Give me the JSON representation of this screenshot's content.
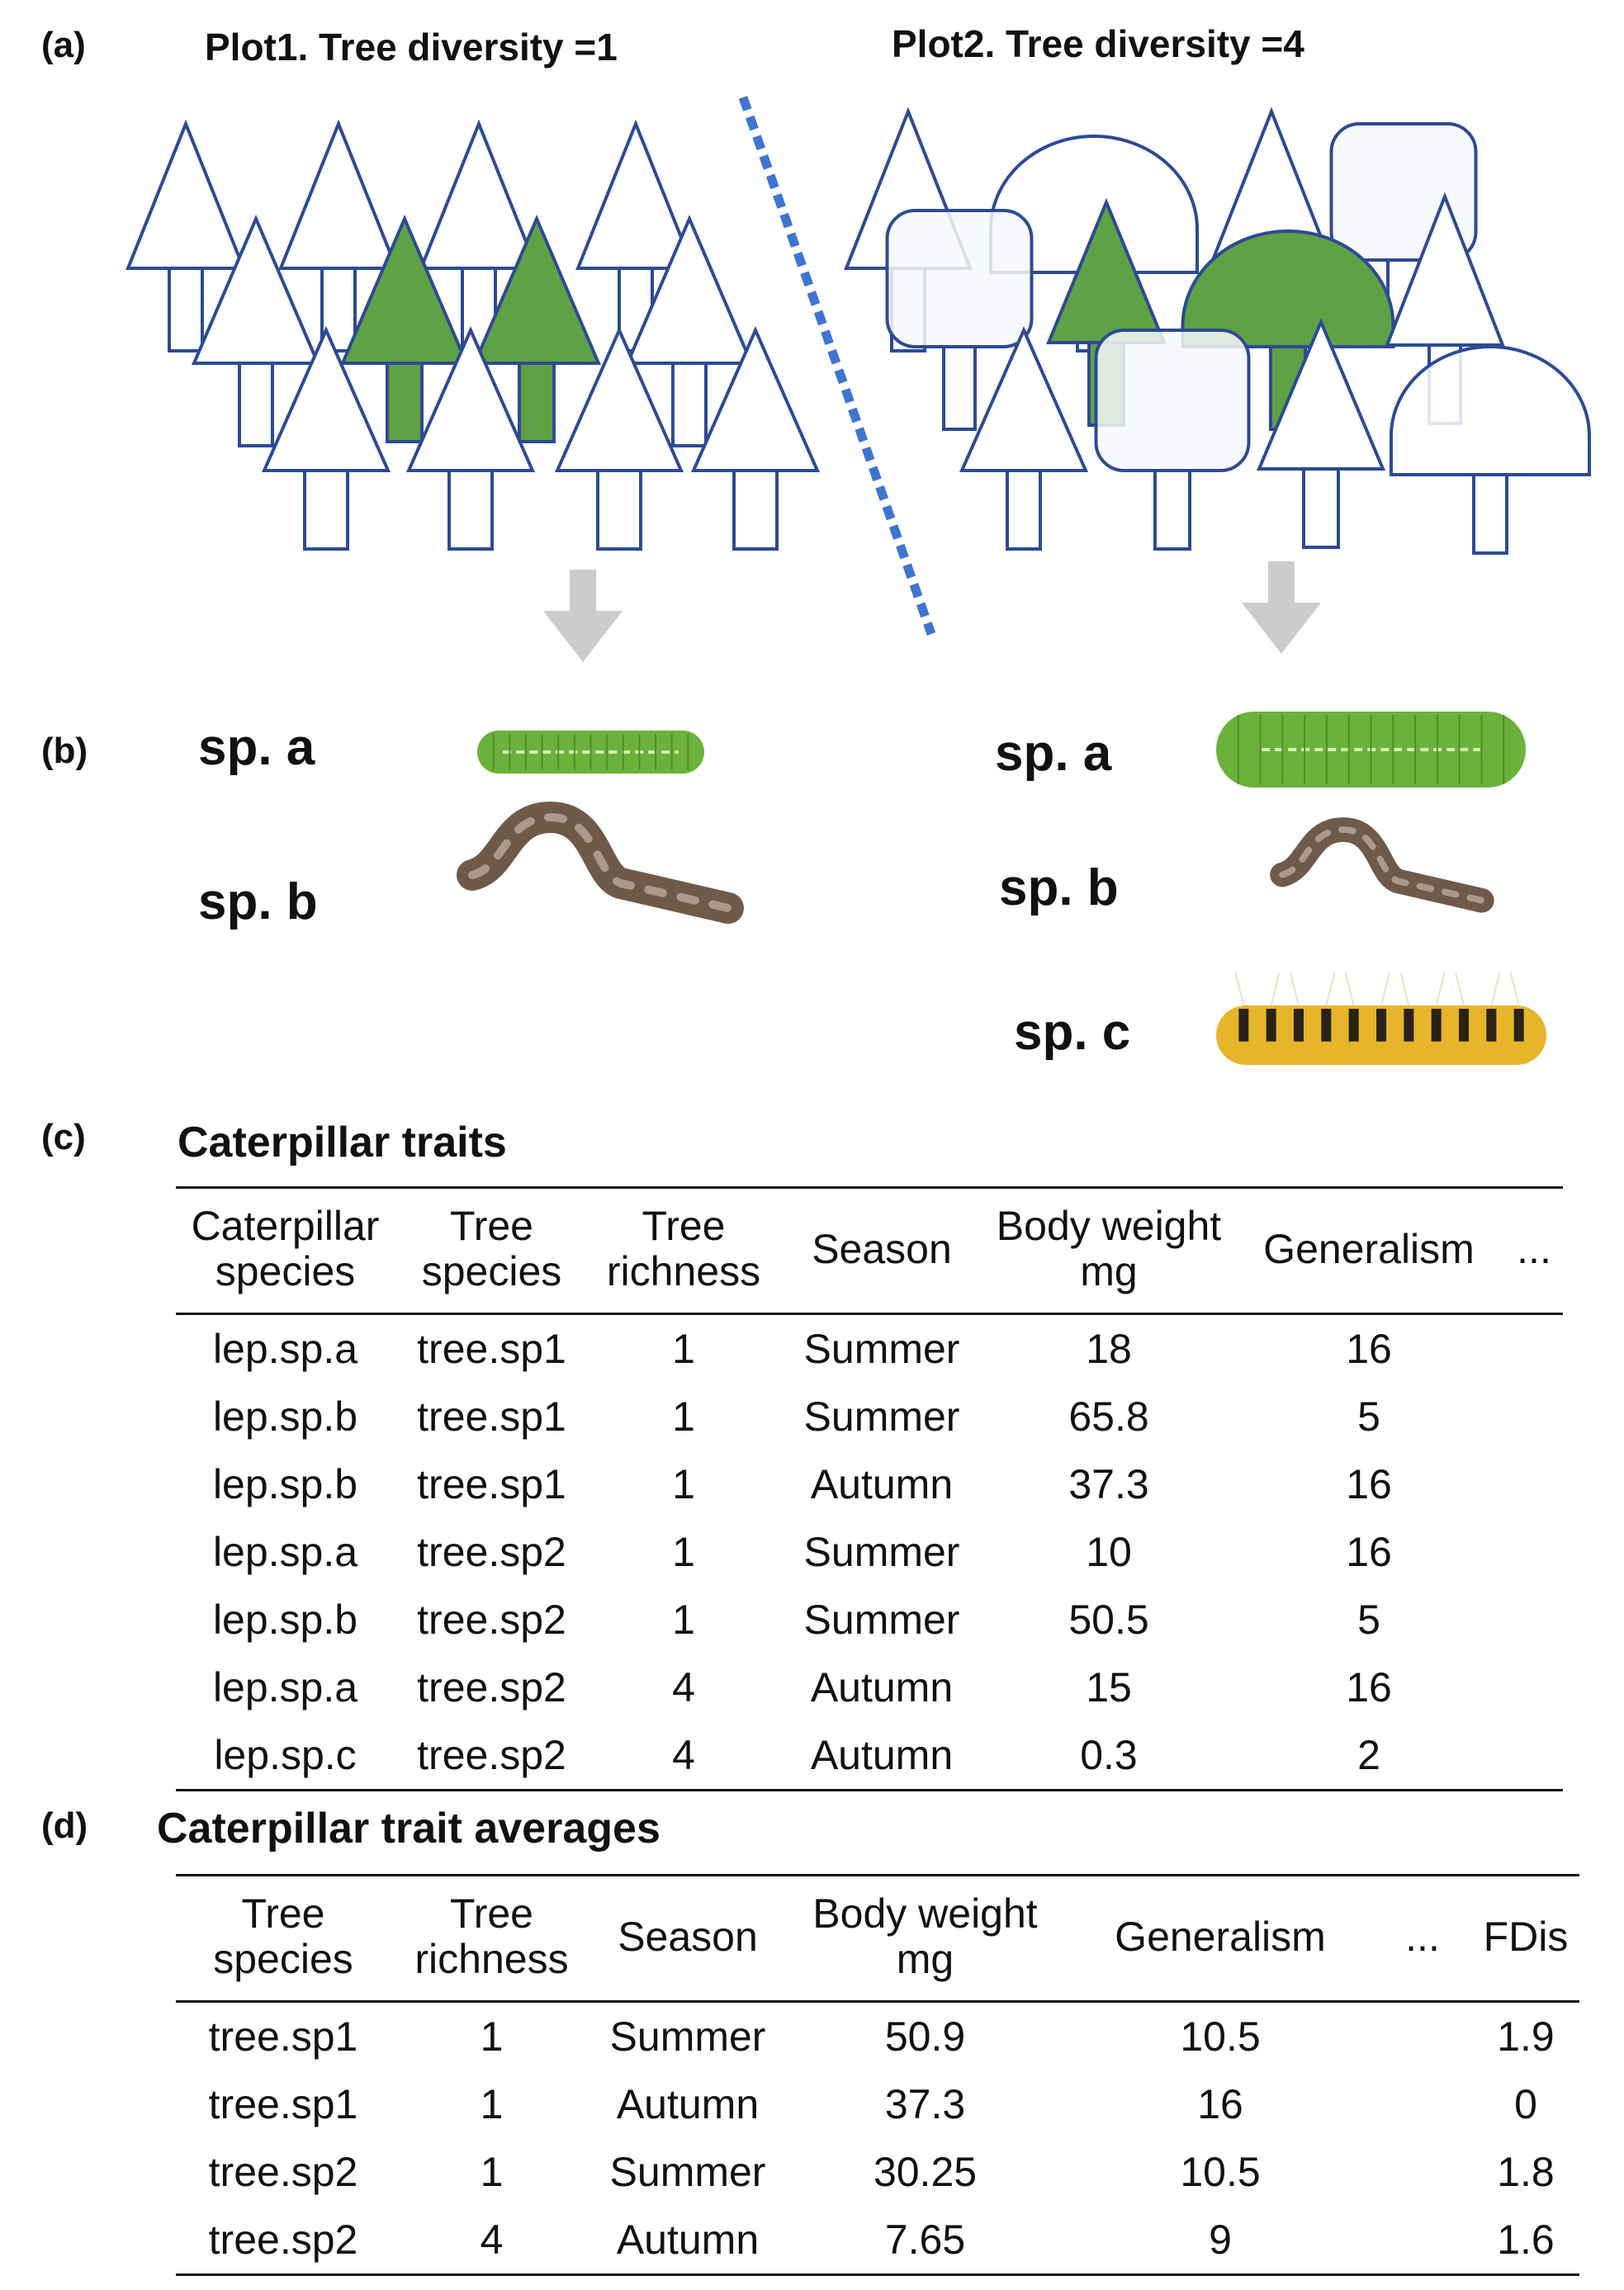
{
  "panels": {
    "a": "(a)",
    "b": "(b)",
    "c": "(c)",
    "d": "(d)"
  },
  "plot1": {
    "title": "Plot1. Tree diversity =1"
  },
  "plot2": {
    "title": "Plot2. Tree diversity =4"
  },
  "species_plot1": [
    "sp. a",
    "sp. b"
  ],
  "species_plot2": [
    "sp. a",
    "sp. b",
    "sp. c"
  ],
  "colors": {
    "outline": "#2e4a94",
    "green": "#5fa145",
    "divider": "#3f74d1",
    "arrow": "#cccccc",
    "caterpillar_green": "#6ab23a",
    "caterpillar_brown": "#6f5a4a",
    "caterpillar_yellow": "#e6b52a"
  },
  "table_c": {
    "title": "Caterpillar traits",
    "headers": [
      "Caterpillar species",
      "Tree species",
      "Tree richness",
      "Season",
      "Body weight mg",
      "Generalism",
      "..."
    ],
    "rows": [
      [
        "lep.sp.a",
        "tree.sp1",
        "1",
        "Summer",
        "18",
        "16",
        ""
      ],
      [
        "lep.sp.b",
        "tree.sp1",
        "1",
        "Summer",
        "65.8",
        "5",
        ""
      ],
      [
        "lep.sp.b",
        "tree.sp1",
        "1",
        "Autumn",
        "37.3",
        "16",
        ""
      ],
      [
        "lep.sp.a",
        "tree.sp2",
        "1",
        "Summer",
        "10",
        "16",
        ""
      ],
      [
        "lep.sp.b",
        "tree.sp2",
        "1",
        "Summer",
        "50.5",
        "5",
        ""
      ],
      [
        "lep.sp.a",
        "tree.sp2",
        "4",
        "Autumn",
        "15",
        "16",
        ""
      ],
      [
        "lep.sp.c",
        "tree.sp2",
        "4",
        "Autumn",
        "0.3",
        "2",
        ""
      ]
    ]
  },
  "table_d": {
    "title": "Caterpillar trait averages",
    "headers": [
      "Tree species",
      "Tree richness",
      "Season",
      "Body weight mg",
      "Generalism",
      "...",
      "FDis"
    ],
    "rows": [
      [
        "tree.sp1",
        "1",
        "Summer",
        "50.9",
        "10.5",
        "",
        "1.9"
      ],
      [
        "tree.sp1",
        "1",
        "Autumn",
        "37.3",
        "16",
        "",
        "0"
      ],
      [
        "tree.sp2",
        "1",
        "Summer",
        "30.25",
        "10.5",
        "",
        "1.8"
      ],
      [
        "tree.sp2",
        "4",
        "Autumn",
        "7.65",
        "9",
        "",
        "1.6"
      ]
    ]
  }
}
